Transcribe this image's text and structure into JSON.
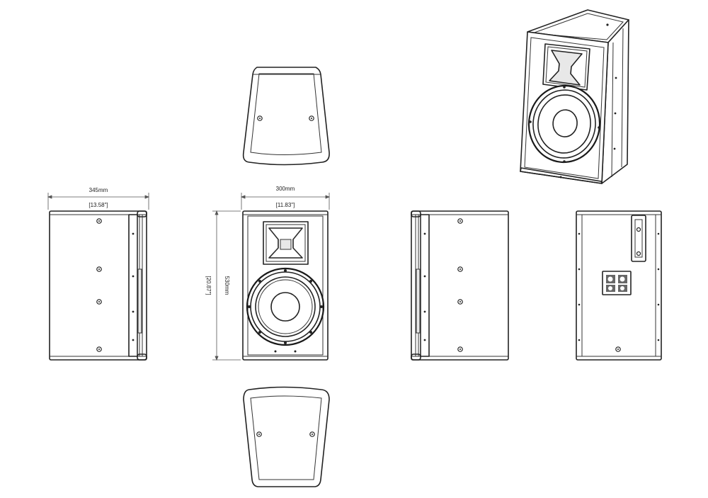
{
  "dimensions": {
    "depth_mm": "345mm",
    "depth_in": "[13.58\"]",
    "width_mm": "300mm",
    "width_in": "[11.83\"]",
    "height_mm": "530mm",
    "height_in": "[20.87\"]"
  },
  "colors": {
    "line": "#222222",
    "background": "#ffffff"
  }
}
